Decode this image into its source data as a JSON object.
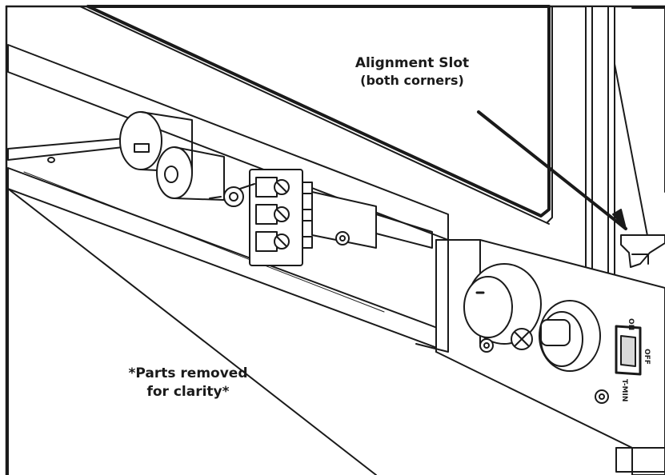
{
  "labels": {
    "alignment_slot": "Alignment Slot",
    "alignment_slot_sub": "(both corners)",
    "parts_removed_line1": "*Parts removed",
    "parts_removed_line2": "for clarity*"
  },
  "switch": {
    "on": "ON",
    "off": "OFF",
    "timer": "T-MIN"
  },
  "colors": {
    "stroke": "#1a1a1a",
    "fill": "#ffffff",
    "shade": "#d9d9d9"
  }
}
